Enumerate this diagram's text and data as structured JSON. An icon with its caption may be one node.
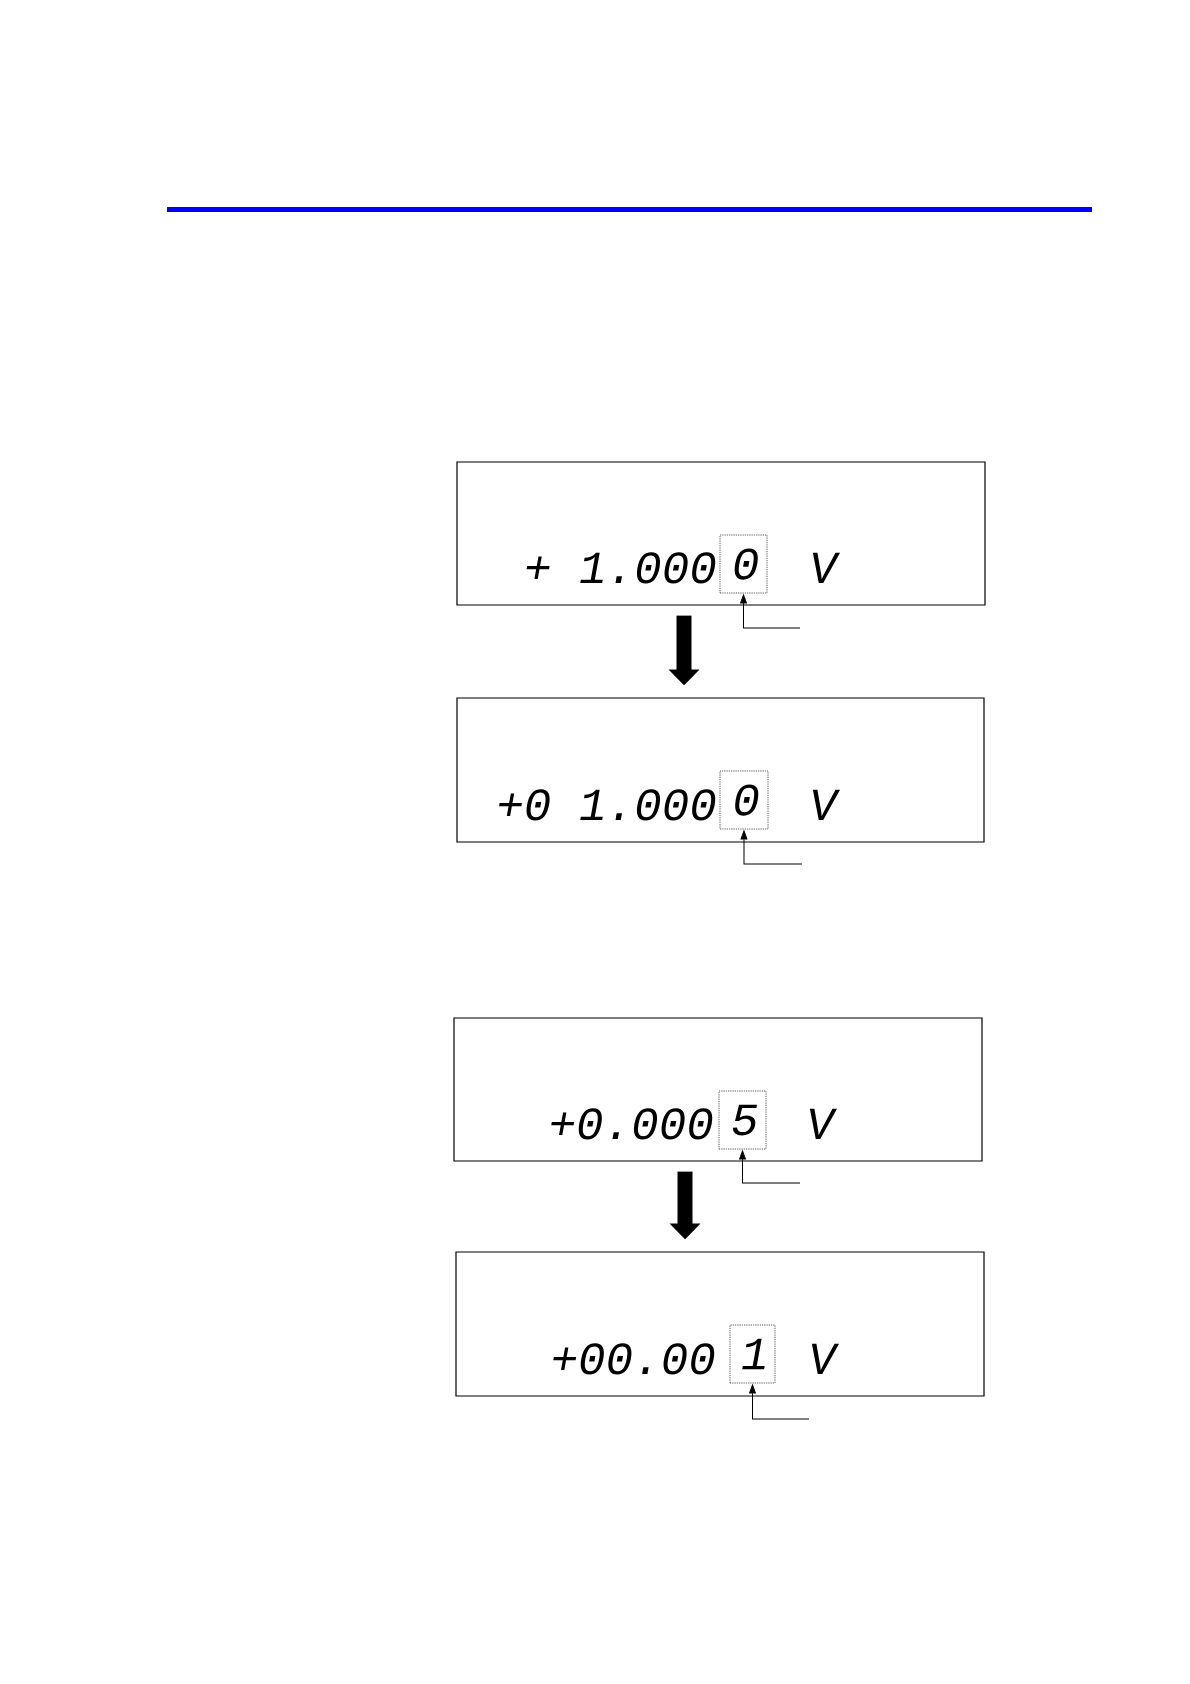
{
  "diagram": {
    "nodes": [
      {
        "text": [
          "+ 1.000",
          "V"
        ]
      },
      {
        "text": [
          "0"
        ],
        "in": 0
      },
      {
        "text": [
          "+0 1.000",
          "V"
        ]
      },
      {
        "text": [
          "0"
        ],
        "in": 2
      },
      {
        "text": [
          "+0.000",
          "V"
        ]
      },
      {
        "text": [
          "5"
        ],
        "in": 4
      },
      {
        "text": [
          "+00.00",
          "V"
        ]
      },
      {
        "text": [
          "1"
        ],
        "in": 6
      }
    ],
    "edges": [
      {
        "from": 0,
        "to": 2,
        "arrow": "to",
        "style": "thick"
      },
      {
        "from": null,
        "to": 1,
        "arrow": "to"
      },
      {
        "from": null,
        "to": 3,
        "arrow": "to"
      },
      {
        "from": 4,
        "to": 6,
        "arrow": "to",
        "style": "thick"
      },
      {
        "from": null,
        "to": 5,
        "arrow": "to"
      },
      {
        "from": null,
        "to": 7,
        "arrow": "to"
      }
    ]
  }
}
